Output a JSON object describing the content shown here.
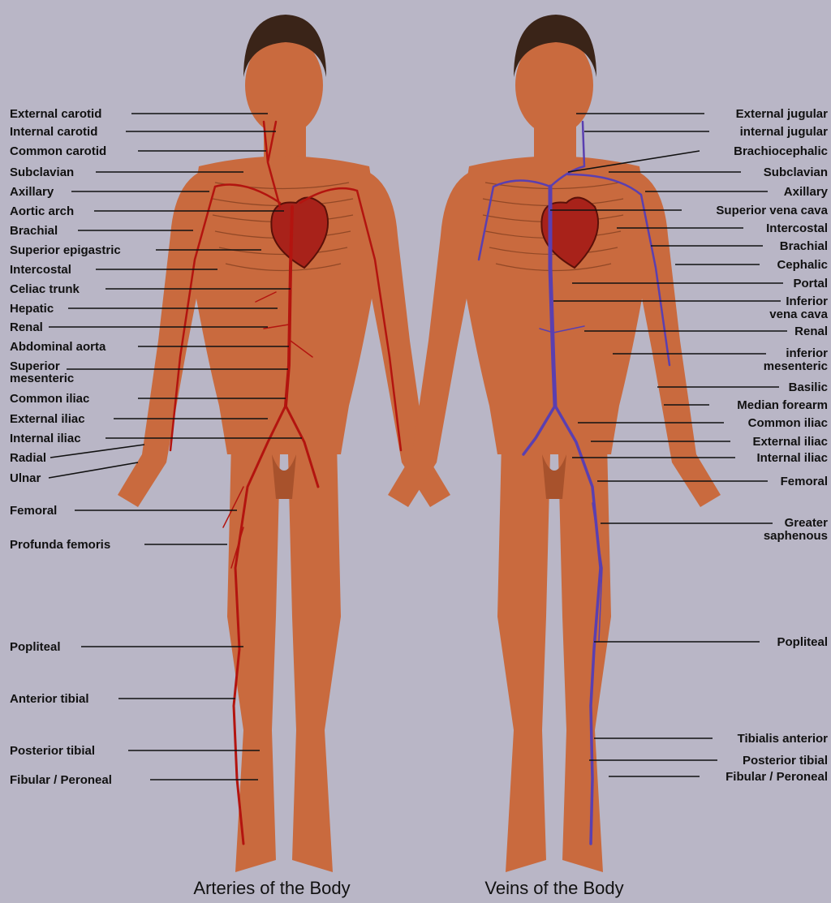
{
  "arteries": {
    "caption": "Arteries of the Body",
    "labels": [
      "External carotid",
      "Internal carotid",
      "Common carotid",
      "Subclavian",
      "Axillary",
      "Aortic arch",
      "Brachial",
      "Superior epigastric",
      "Intercostal",
      "Celiac trunk",
      "Hepatic",
      "Renal",
      "Abdominal aorta",
      "Superior",
      "mesenteric",
      "Common iliac",
      "External  iliac",
      "Internal iliac",
      "Radial",
      "Ulnar",
      "Femoral",
      "Profunda femoris",
      "Popliteal",
      "Anterior tibial",
      "Posterior tibial",
      "Fibular / Peroneal"
    ]
  },
  "veins": {
    "caption": "Veins of the Body",
    "labels": [
      "External jugular",
      "internal jugular",
      "Brachiocephalic",
      "Subclavian",
      "Axillary",
      "Superior vena cava",
      "Intercostal",
      "Brachial",
      "Cephalic",
      "Portal",
      "Inferior",
      "vena cava",
      "Renal",
      "inferior",
      "mesenteric",
      "Basilic",
      "Median forearm",
      "Common iliac",
      "External iliac",
      "Internal iliac",
      "Femoral",
      "Greater",
      "saphenous",
      "Popliteal",
      "Tibialis anterior",
      "Posterior tibial",
      "Fibular / Peroneal"
    ]
  },
  "colors": {
    "background": "#b9b6c6",
    "skin": "#c96a3e",
    "artery": "#b3140f",
    "vein": "#5a3fb0",
    "heart": "#a8221a"
  }
}
